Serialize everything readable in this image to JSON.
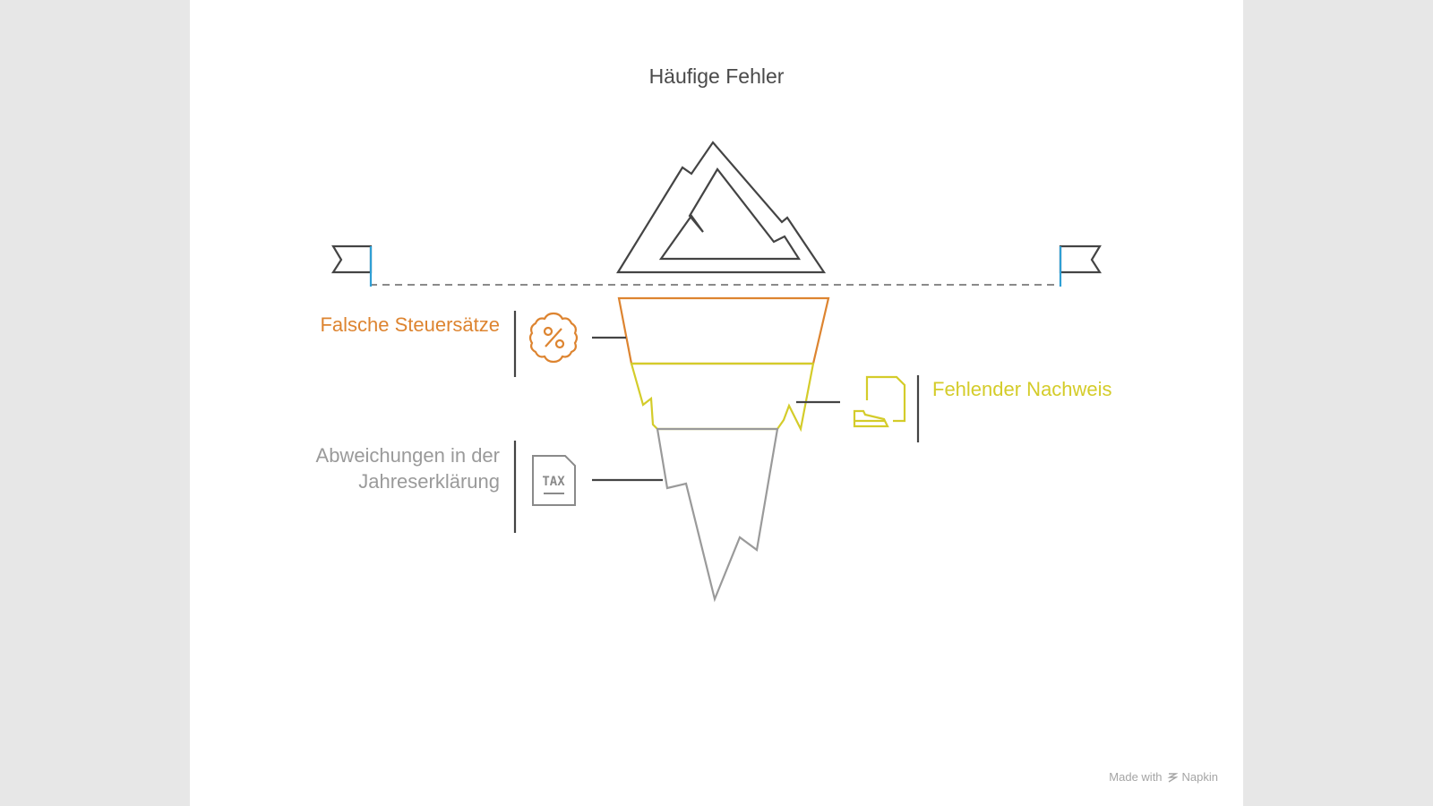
{
  "title": "Häufige Fehler",
  "colors": {
    "iceberg_tip": "#444444",
    "layer_top": "#dd8430",
    "layer_middle": "#d4cc2a",
    "layer_bottom": "#9a9a9a",
    "waterline": "#8a8a8a",
    "flag_pole": "#2f9fd4"
  },
  "items": [
    {
      "label": "Falsche Steuersätze",
      "icon": "percent-badge-icon",
      "color": "#dd8430"
    },
    {
      "label": "Fehlender Nachweis",
      "icon": "document-hand-icon",
      "color": "#d4cc2a"
    },
    {
      "label_line1": "Abweichungen in der",
      "label_line2": "Jahreserklärung",
      "icon": "tax-document-icon",
      "icon_text": "TAX",
      "color": "#9a9a9a"
    }
  ],
  "footer": {
    "made_with": "Made with",
    "brand": "Napkin"
  }
}
